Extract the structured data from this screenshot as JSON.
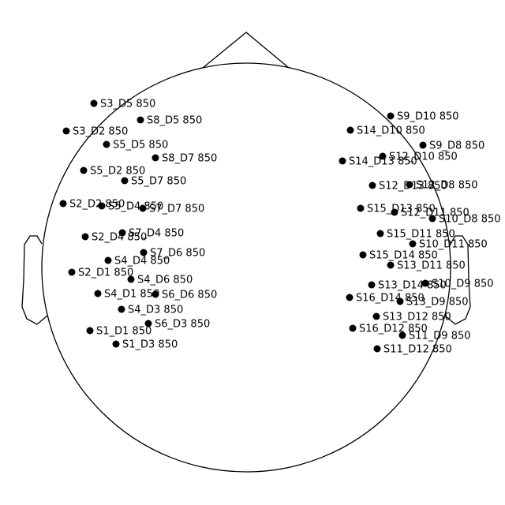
{
  "colors": {
    "outline": "#000000",
    "sensor": "#000000",
    "background": "#ffffff"
  },
  "sensors": [
    {
      "label": "S3_D5 850"
    },
    {
      "label": "S8_D5 850"
    },
    {
      "label": "S3_D2 850"
    },
    {
      "label": "S5_D5 850"
    },
    {
      "label": "S8_D7 850"
    },
    {
      "label": "S5_D2 850"
    },
    {
      "label": "S5_D7 850"
    },
    {
      "label": "S2_D2 850"
    },
    {
      "label": "S5_D4 850"
    },
    {
      "label": "S7_D7 850"
    },
    {
      "label": "S7_D4 850"
    },
    {
      "label": "S2_D4 850"
    },
    {
      "label": "S7_D6 850"
    },
    {
      "label": "S4_D4 850"
    },
    {
      "label": "S2_D1 850"
    },
    {
      "label": "S4_D6 850"
    },
    {
      "label": "S4_D1 850"
    },
    {
      "label": "S6_D6 850"
    },
    {
      "label": "S4_D3 850"
    },
    {
      "label": "S6_D3 850"
    },
    {
      "label": "S1_D1 850"
    },
    {
      "label": "S1_D3 850"
    },
    {
      "label": "S9_D10 850"
    },
    {
      "label": "S14_D10 850"
    },
    {
      "label": "S9_D8 850"
    },
    {
      "label": "S12_D10 850"
    },
    {
      "label": "S14_D13 850"
    },
    {
      "label": "S12_D13 850"
    },
    {
      "label": "S12_D8 850"
    },
    {
      "label": "S15_D13 850"
    },
    {
      "label": "S12_D11 850"
    },
    {
      "label": "S10_D8 850"
    },
    {
      "label": "S15_D11 850"
    },
    {
      "label": "S10_D11 850"
    },
    {
      "label": "S15_D14 850"
    },
    {
      "label": "S13_D11 850"
    },
    {
      "label": "S13_D14 850"
    },
    {
      "label": "S10_D9 850"
    },
    {
      "label": "S16_D14 850"
    },
    {
      "label": "S13_D9 850"
    },
    {
      "label": "S13_D12 850"
    },
    {
      "label": "S16_D12 850"
    },
    {
      "label": "S11_D9 850"
    },
    {
      "label": "S11_D12 850"
    }
  ]
}
